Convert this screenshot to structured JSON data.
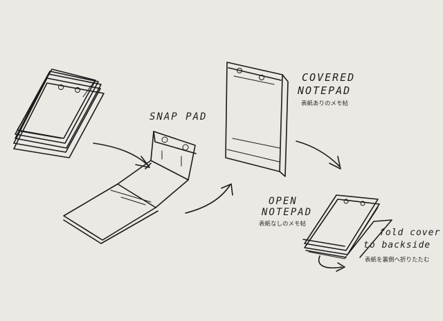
{
  "labels": {
    "snap_pad": "SNAP PAD",
    "covered_line1": "COVERED",
    "covered_line2": "NOTEPAD",
    "covered_jp": "表紙ありのメモ帖",
    "open_line1": "OPEN",
    "open_line2": "NOTEPAD",
    "open_jp": "表紙なしのメモ帖",
    "fold_line1": "fold cover",
    "fold_line2": "to backside",
    "fold_jp": "表紙を裏側へ折りたたむ"
  },
  "colors": {
    "background": "#ebe9e4",
    "ink": "#1b1b1b"
  }
}
